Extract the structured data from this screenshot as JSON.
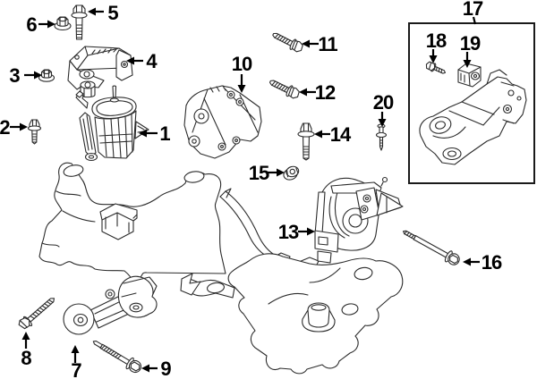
{
  "diagram": {
    "type": "exploded-parts-diagram",
    "background_color": "#ffffff",
    "line_color": "#2b2b2b",
    "label_color": "#000000",
    "group_box": {
      "label_ref": "17",
      "contains": [
        "18",
        "19"
      ]
    },
    "callouts": [
      {
        "number": "1",
        "part": "engine-mount"
      },
      {
        "number": "2",
        "part": "flange-bolt"
      },
      {
        "number": "3",
        "part": "flange-nut"
      },
      {
        "number": "4",
        "part": "upper-mount-bracket"
      },
      {
        "number": "5",
        "part": "flange-bolt"
      },
      {
        "number": "6",
        "part": "flange-nut"
      },
      {
        "number": "7",
        "part": "torque-strut-mount"
      },
      {
        "number": "8",
        "part": "flange-bolt"
      },
      {
        "number": "9",
        "part": "flange-bolt"
      },
      {
        "number": "10",
        "part": "mount-bracket"
      },
      {
        "number": "11",
        "part": "flange-bolt"
      },
      {
        "number": "12",
        "part": "flange-bolt"
      },
      {
        "number": "13",
        "part": "transmission-mount"
      },
      {
        "number": "14",
        "part": "flange-bolt"
      },
      {
        "number": "15",
        "part": "flange-nut"
      },
      {
        "number": "16",
        "part": "long-bolt"
      },
      {
        "number": "17",
        "part": "mount-assembly-group"
      },
      {
        "number": "18",
        "part": "screw"
      },
      {
        "number": "19",
        "part": "stopper-block"
      },
      {
        "number": "20",
        "part": "stud"
      }
    ]
  }
}
